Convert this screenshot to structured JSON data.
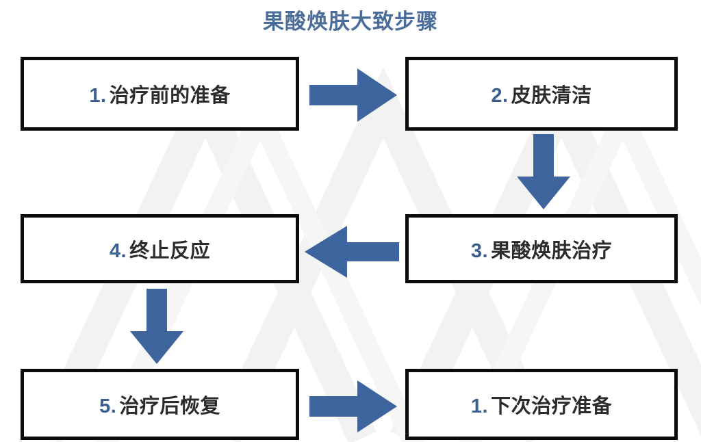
{
  "title": "果酸焕肤大致步骤",
  "colors": {
    "title": "#4a6e99",
    "arrow": "#3d649c",
    "box_border": "#0c0c0c",
    "box_fill": "#ffffff",
    "step_number": "#3b5f8f",
    "step_text": "#2b2b2b",
    "watermark": "#f1f1f1",
    "background": "#ffffff"
  },
  "steps": [
    {
      "number": "1.",
      "label": "治疗前的准备"
    },
    {
      "number": "2.",
      "label": "皮肤清洁"
    },
    {
      "number": "3.",
      "label": "果酸焕肤治疗"
    },
    {
      "number": "4.",
      "label": "终止反应"
    },
    {
      "number": "5.",
      "label": "治疗后恢复"
    },
    {
      "number": "1.",
      "label": "下次治疗准备"
    }
  ],
  "arrows": [
    {
      "name": "arrow-step1-to-step2",
      "direction": "right"
    },
    {
      "name": "arrow-step2-to-step3",
      "direction": "down"
    },
    {
      "name": "arrow-step3-to-step4",
      "direction": "left"
    },
    {
      "name": "arrow-step4-to-step5",
      "direction": "down"
    },
    {
      "name": "arrow-step5-to-step6",
      "direction": "right"
    }
  ],
  "chart_data": {
    "type": "diagram",
    "diagram_type": "flowchart",
    "title": "果酸焕肤大致步骤",
    "layout": "2-column zigzag (serpentine)",
    "nodes": [
      {
        "id": 1,
        "text": "1. 治疗前的准备",
        "row": 1,
        "column": "left"
      },
      {
        "id": 2,
        "text": "2. 皮肤清洁",
        "row": 1,
        "column": "right"
      },
      {
        "id": 3,
        "text": "3. 果酸焕肤治疗",
        "row": 2,
        "column": "right"
      },
      {
        "id": 4,
        "text": "4. 终止反应",
        "row": 2,
        "column": "left"
      },
      {
        "id": 5,
        "text": "5. 治疗后恢复",
        "row": 3,
        "column": "left"
      },
      {
        "id": 6,
        "text": "1. 下次治疗准备",
        "row": 3,
        "column": "right"
      }
    ],
    "edges": [
      {
        "from": 1,
        "to": 2,
        "direction": "right"
      },
      {
        "from": 2,
        "to": 3,
        "direction": "down"
      },
      {
        "from": 3,
        "to": 4,
        "direction": "left"
      },
      {
        "from": 4,
        "to": 5,
        "direction": "down"
      },
      {
        "from": 5,
        "to": 6,
        "direction": "right"
      }
    ]
  }
}
